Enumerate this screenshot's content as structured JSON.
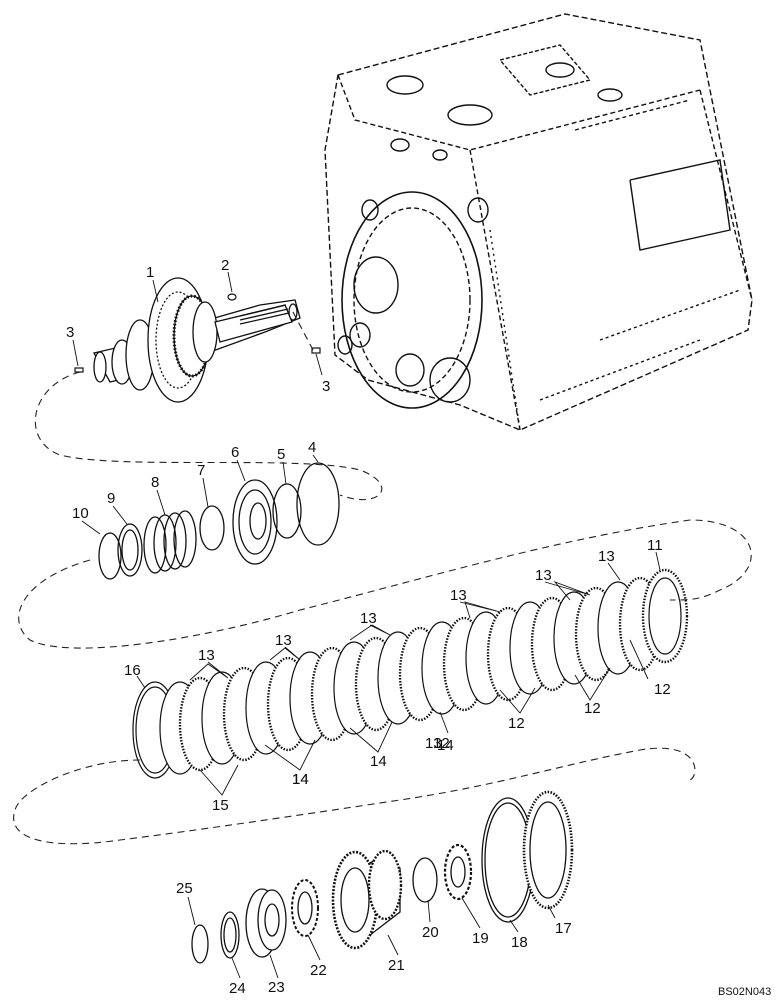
{
  "figure_code": "BS02N043",
  "callouts": [
    "1",
    "2",
    "3",
    "3",
    "4",
    "5",
    "6",
    "7",
    "8",
    "9",
    "10",
    "11",
    "12",
    "12",
    "12",
    "12",
    "13",
    "13",
    "13",
    "13",
    "13",
    "13",
    "13",
    "14",
    "14",
    "14",
    "14",
    "15",
    "16",
    "17",
    "18",
    "19",
    "20",
    "21",
    "22",
    "23",
    "24",
    "25"
  ],
  "parts": [
    {
      "id": "1",
      "label": "1",
      "name": "shaft-assembly"
    },
    {
      "id": "2",
      "label": "2",
      "name": "plug"
    },
    {
      "id": "3",
      "label": "3",
      "name": "plug"
    },
    {
      "id": "4",
      "label": "4",
      "name": "o-ring-large"
    },
    {
      "id": "5",
      "label": "5",
      "name": "o-ring"
    },
    {
      "id": "6",
      "label": "6",
      "name": "piston"
    },
    {
      "id": "7",
      "label": "7",
      "name": "ring"
    },
    {
      "id": "8",
      "label": "8",
      "name": "spring"
    },
    {
      "id": "9",
      "label": "9",
      "name": "washer"
    },
    {
      "id": "10",
      "label": "10",
      "name": "snap-ring"
    },
    {
      "id": "11",
      "label": "11",
      "name": "end-plate"
    },
    {
      "id": "12",
      "label": "12",
      "name": "clutch-disc"
    },
    {
      "id": "13",
      "label": "13",
      "name": "friction-disc"
    },
    {
      "id": "14",
      "label": "14",
      "name": "steel-plate"
    },
    {
      "id": "15",
      "label": "15",
      "name": "clutch-plate"
    },
    {
      "id": "16",
      "label": "16",
      "name": "pressure-plate"
    },
    {
      "id": "17",
      "label": "17",
      "name": "end-disc"
    },
    {
      "id": "18",
      "label": "18",
      "name": "snap-ring-large"
    },
    {
      "id": "19",
      "label": "19",
      "name": "hub"
    },
    {
      "id": "20",
      "label": "20",
      "name": "ring"
    },
    {
      "id": "21",
      "label": "21",
      "name": "gear"
    },
    {
      "id": "22",
      "label": "22",
      "name": "roller-bearing"
    },
    {
      "id": "23",
      "label": "23",
      "name": "bearing"
    },
    {
      "id": "24",
      "label": "24",
      "name": "spacer"
    },
    {
      "id": "25",
      "label": "25",
      "name": "snap-ring-small"
    }
  ]
}
